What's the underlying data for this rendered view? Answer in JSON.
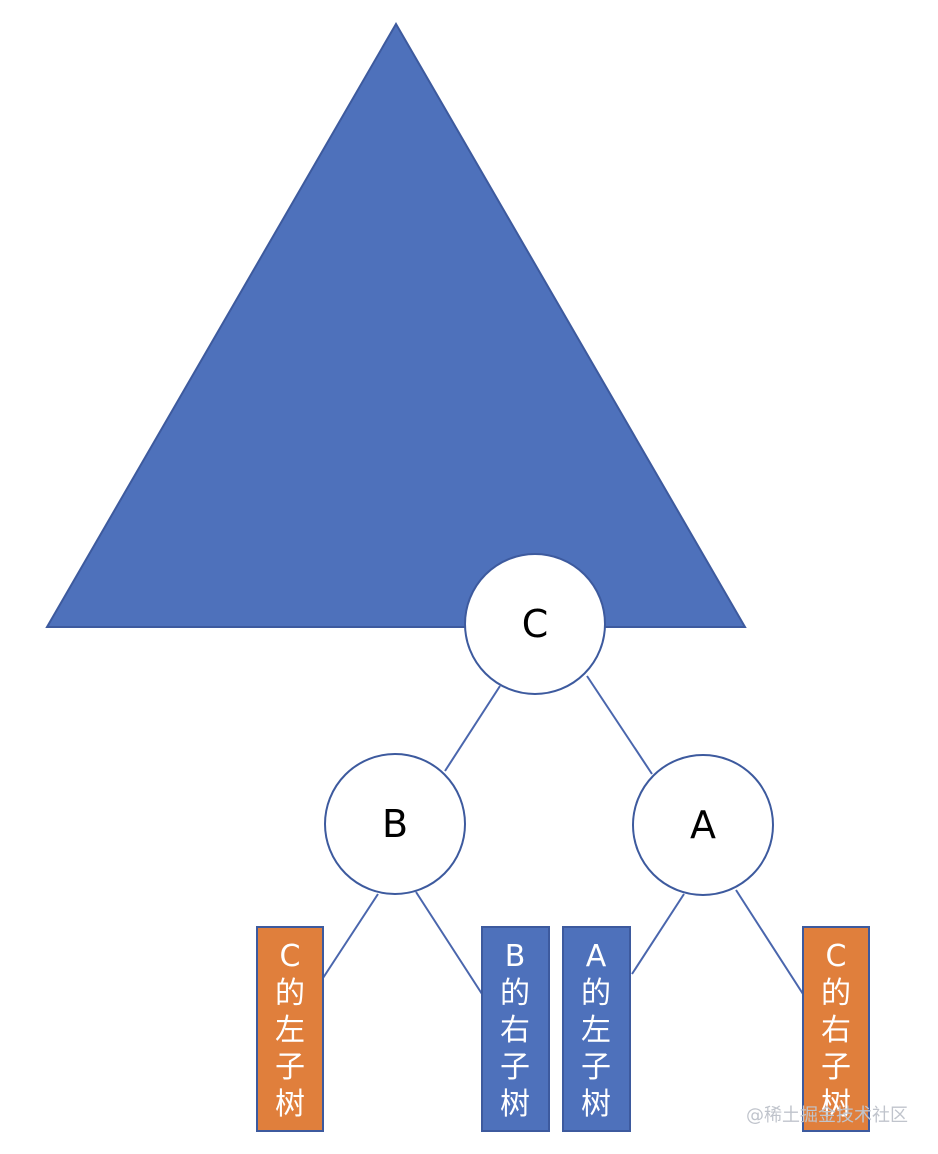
{
  "colors": {
    "triangle_fill": "#4e71bb",
    "edge": "#4a66ad",
    "node_fill": "#ffffff",
    "node_stroke": "#3d5a9e",
    "orange_box": "#e07f3c",
    "blue_box": "#4e71bb",
    "box_stroke": "#3d5a9e"
  },
  "nodes": {
    "c": "C",
    "b": "B",
    "a": "A"
  },
  "boxes": {
    "c_left_subtree": [
      "C",
      "的",
      "左",
      "子",
      "树"
    ],
    "b_right_subtree": [
      "B",
      "的",
      "右",
      "子",
      "树"
    ],
    "a_left_subtree": [
      "A",
      "的",
      "左",
      "子",
      "树"
    ],
    "c_right_subtree": [
      "C",
      "的",
      "右",
      "子",
      "树"
    ]
  },
  "watermark": "@稀土掘金技术社区"
}
